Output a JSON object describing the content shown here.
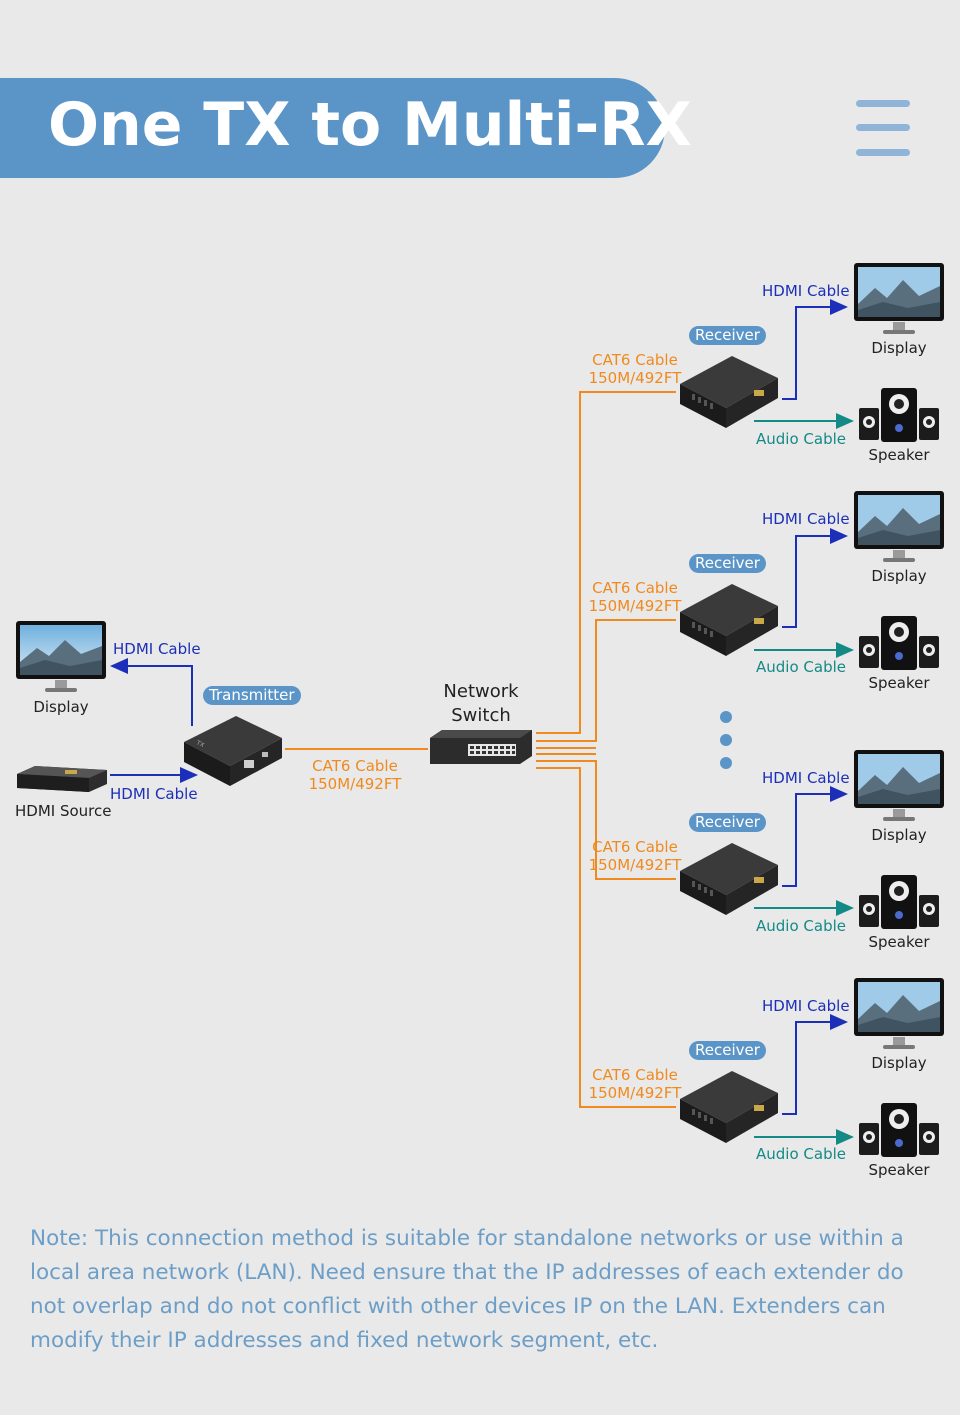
{
  "header": {
    "title": "One TX to Multi-RX",
    "menu_icon": "hamburger-menu-icon"
  },
  "source_side": {
    "display_label": "Display",
    "hdmi_out_label": "HDMI Cable",
    "transmitter_badge": "Transmitter",
    "hdmi_in_label": "HDMI Cable",
    "source_label": "HDMI Source",
    "cat6_label": "CAT6 Cable",
    "cat6_length": "150M/492FT"
  },
  "switch": {
    "label_line1": "Network",
    "label_line2": "Switch"
  },
  "receivers": [
    {
      "badge": "Receiver",
      "cat6_label": "CAT6 Cable",
      "cat6_length": "150M/492FT",
      "hdmi_label": "HDMI Cable",
      "display_label": "Display",
      "audio_label": "Audio Cable",
      "speaker_label": "Speaker"
    },
    {
      "badge": "Receiver",
      "cat6_label": "CAT6 Cable",
      "cat6_length": "150M/492FT",
      "hdmi_label": "HDMI Cable",
      "display_label": "Display",
      "audio_label": "Audio Cable",
      "speaker_label": "Speaker"
    },
    {
      "badge": "Receiver",
      "cat6_label": "CAT6 Cable",
      "cat6_length": "150M/492FT",
      "hdmi_label": "HDMI Cable",
      "display_label": "Display",
      "audio_label": "Audio Cable",
      "speaker_label": "Speaker"
    },
    {
      "badge": "Receiver",
      "cat6_label": "CAT6 Cable",
      "cat6_length": "150M/492FT",
      "hdmi_label": "HDMI Cable",
      "display_label": "Display",
      "audio_label": "Audio Cable",
      "speaker_label": "Speaker"
    }
  ],
  "note": "Note: This connection method is suitable for standalone networks or use within a local area network (LAN). Need ensure that the IP addresses of each extender do not overlap and do not conflict with other devices IP on the LAN. Extenders can modify their IP addresses and fixed network segment, etc.",
  "colors": {
    "hdmi": "#1c2fb8",
    "cat6": "#f08a1e",
    "audio": "#148a86",
    "accent": "#5b95c8"
  }
}
